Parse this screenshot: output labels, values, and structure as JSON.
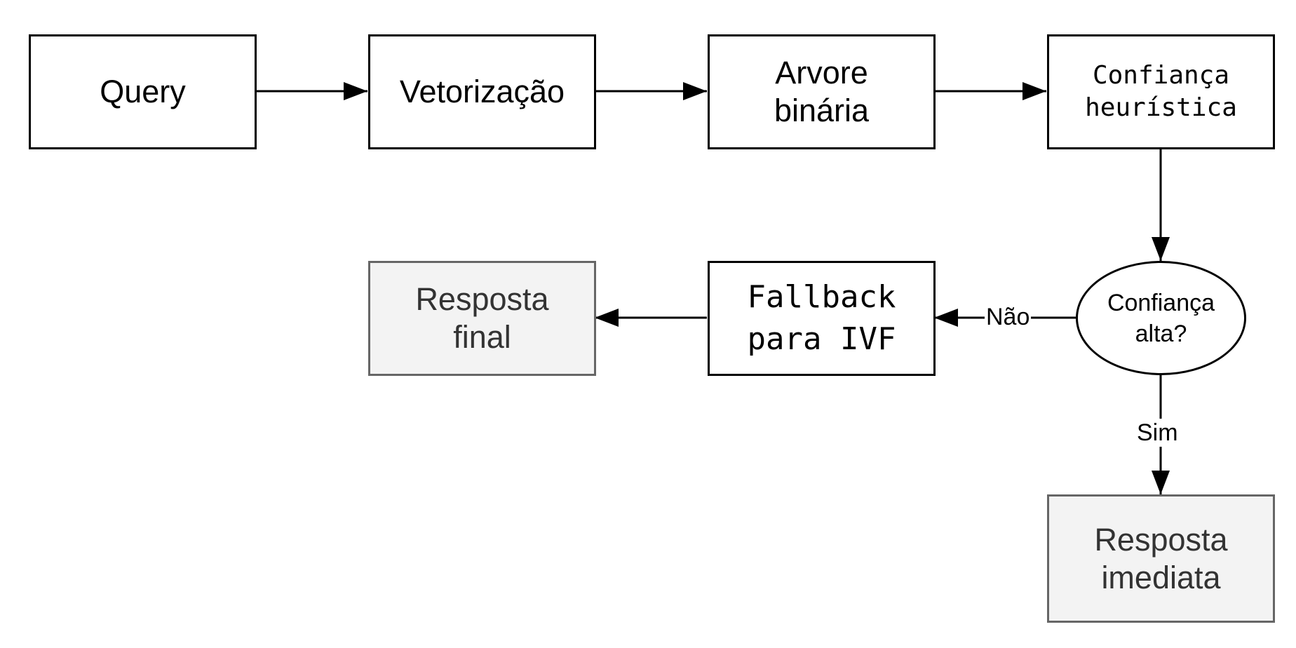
{
  "nodes": {
    "query": "Query",
    "vectorization": "Vetorização",
    "binary_tree": "Arvore\nbinária",
    "heuristic_confidence": "Confiança\nheurística",
    "high_confidence": "Confiança\nalta?",
    "fallback_ivf": "Fallback\npara IVF",
    "final_response": "Resposta\nfinal",
    "immediate_response": "Resposta\nimediata"
  },
  "edge_labels": {
    "no": "Não",
    "yes": "Sim"
  },
  "colors": {
    "stroke": "#000000",
    "terminal_fill": "#f3f3f3",
    "terminal_stroke": "#666666",
    "terminal_text": "#333333"
  }
}
